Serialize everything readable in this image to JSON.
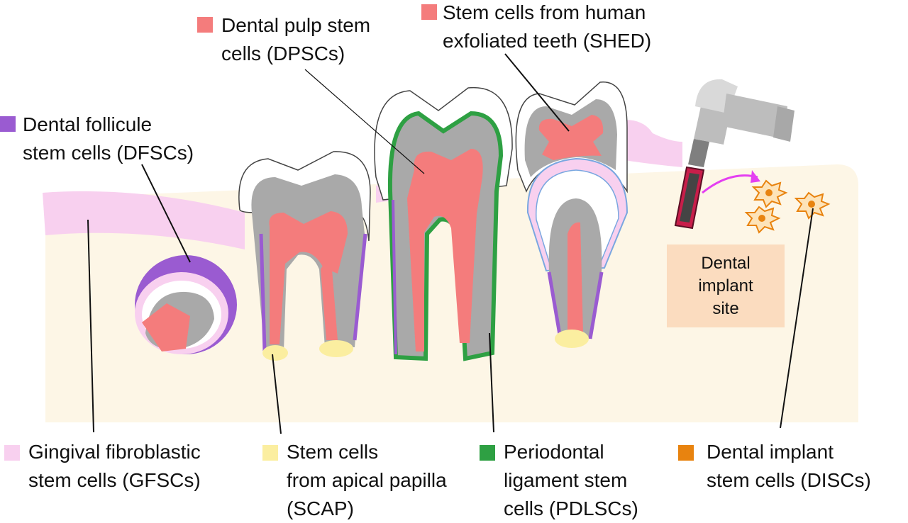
{
  "labels": {
    "dpsc": {
      "line1": "Dental pulp stem",
      "line2": "cells (DPSCs)"
    },
    "shed": {
      "line1": "Stem cells from human",
      "line2": "exfoliated teeth (SHED)"
    },
    "dfsc": {
      "line1": "Dental follicule",
      "line2": "stem cells (DFSCs)"
    },
    "gfsc": {
      "line1": "Gingival fibroblastic",
      "line2": "stem cells (GFSCs)"
    },
    "scap": {
      "line1": "Stem cells",
      "line2": "from apical papilla",
      "line3": "(SCAP)"
    },
    "pdlsc": {
      "line1": "Periodontal",
      "line2": "ligament stem",
      "line3": "cells (PDLSCs)"
    },
    "disc": {
      "line1": "Dental implant",
      "line2": "stem cells (DISCs)"
    }
  },
  "implant_site": {
    "text": "Dental\nimplant\nsite"
  },
  "colors": {
    "pulp": "#f47c7c",
    "follicle": "#9a5bd1",
    "gingiva": "#f8d0ef",
    "apical_papilla": "#fbeea0",
    "periodontal_ligament": "#2ea043",
    "implant_cells": "#e8830f",
    "bone": "#fdf6e6",
    "dentin": "#a9a9a9",
    "implant_site_box": "#fbdcbf",
    "arrow": "#e43ff1"
  }
}
